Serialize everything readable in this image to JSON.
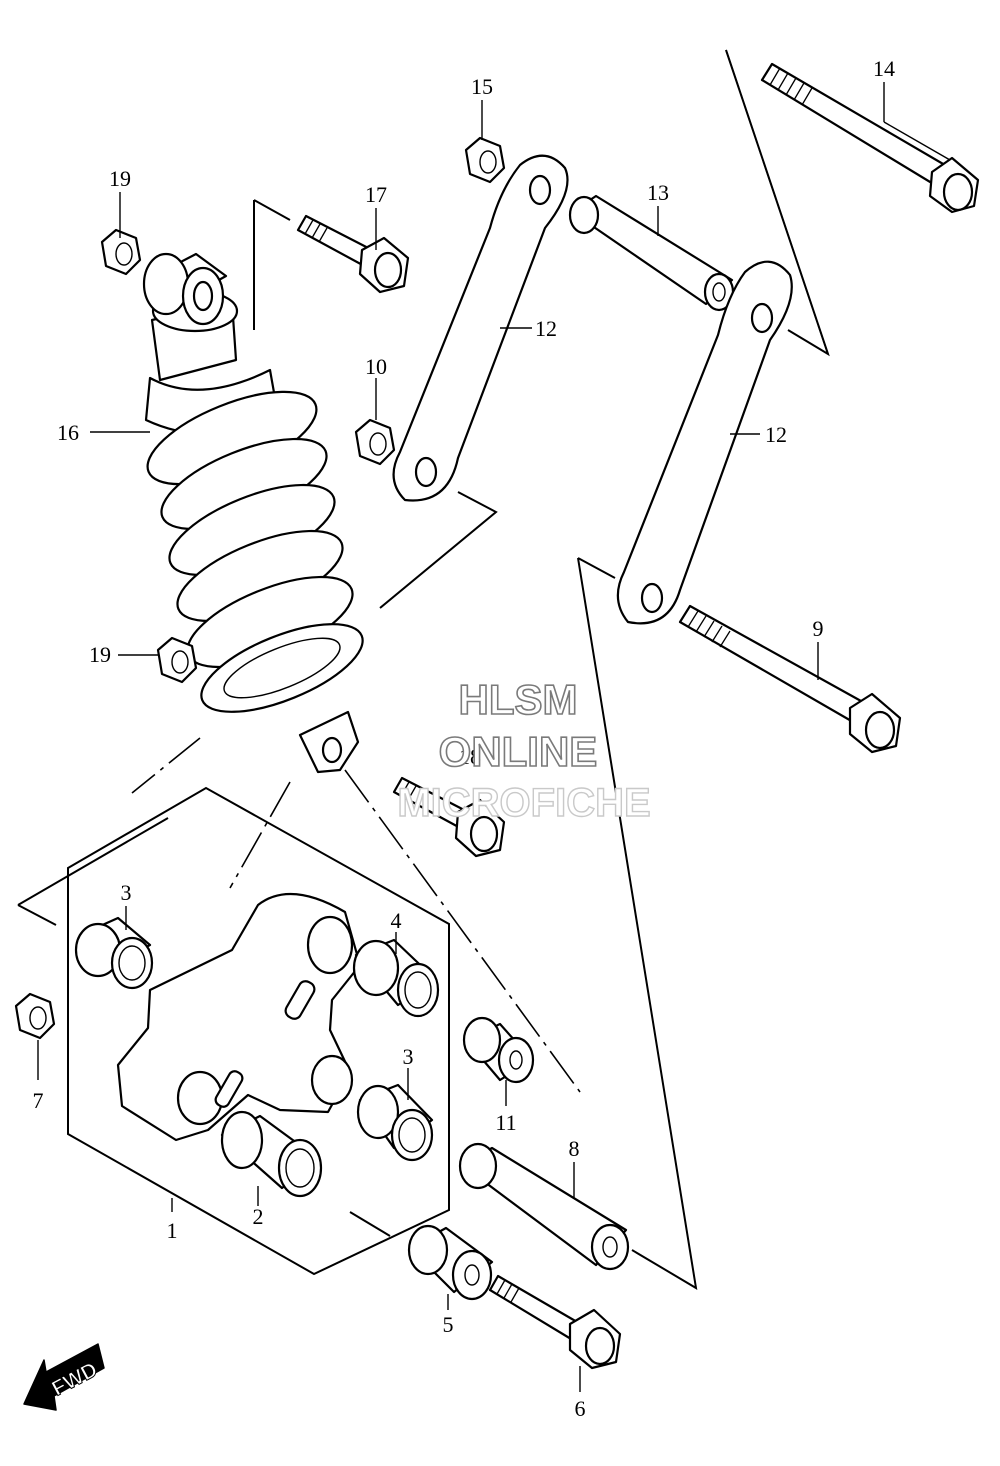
{
  "diagram": {
    "part_labels": [
      "1",
      "2",
      "3",
      "3",
      "4",
      "5",
      "6",
      "7",
      "8",
      "9",
      "10",
      "11",
      "12",
      "12",
      "13",
      "14",
      "15",
      "16",
      "17",
      "18",
      "19",
      "19"
    ],
    "watermark": {
      "line1": "HLSM",
      "line2": "ONLINE",
      "line3": "MICROFICHE"
    },
    "direction_badge": "FWD",
    "colors": {
      "line": "#000000",
      "background": "#ffffff",
      "watermark_outline": "#7a7a7a"
    }
  }
}
